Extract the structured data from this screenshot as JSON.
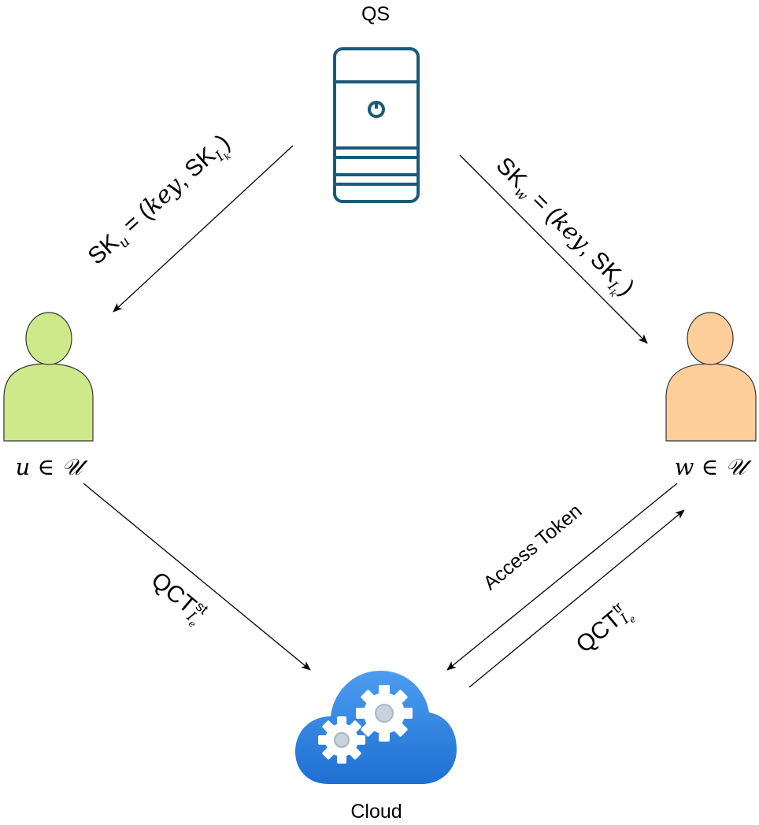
{
  "nodes": {
    "qs": {
      "label": "QS"
    },
    "user_u": {
      "label": "u ∈ 𝒰",
      "color": "#cde98a"
    },
    "user_w": {
      "label": "w ∈ 𝒰",
      "color": "#fdcd9a"
    },
    "cloud": {
      "label": "Cloud"
    }
  },
  "edges": {
    "qs_to_u": {
      "prefix": "SK",
      "prefix_sub": "u",
      "middle": " = (",
      "key": "key",
      "comma": ", SK",
      "sk_sub": "I",
      "sk_subsub": "k",
      "close": ")"
    },
    "qs_to_w": {
      "prefix": "SK",
      "prefix_sub": "w",
      "middle": " = (",
      "key": "key",
      "comma": ", SK",
      "sk_sub": "I",
      "sk_subsub": "k",
      "close": ")"
    },
    "u_to_cloud": {
      "base": "QCT",
      "sup": "st",
      "sub": "I",
      "subsub": "e"
    },
    "w_to_cloud": {
      "label": "Access Token"
    },
    "cloud_to_w": {
      "base": "QCT",
      "sup": "tr",
      "sub": "I",
      "subsub": "e"
    }
  },
  "colors": {
    "server": "#1a5a7a",
    "cloud_top": "#3a8ee6",
    "cloud_bottom": "#1f73d6",
    "gear": "#ffffff",
    "gear_hub": "#c9d2dc",
    "arrow": "#000000"
  }
}
